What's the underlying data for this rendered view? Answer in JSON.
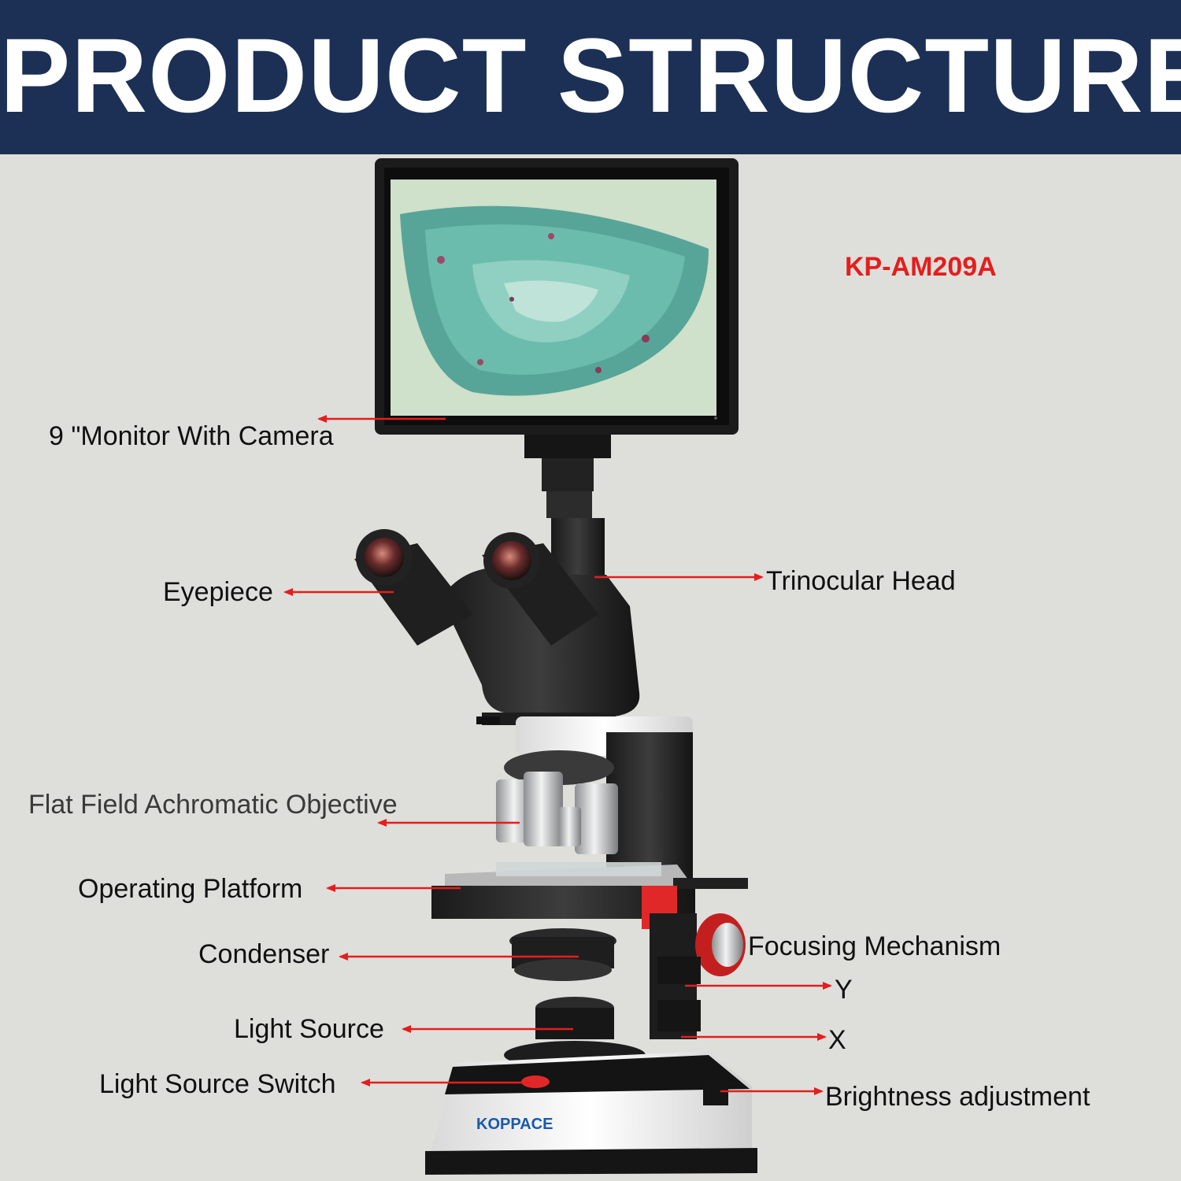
{
  "banner": {
    "title": "PRODUCT STRUCTURE"
  },
  "model_code": "KP-AM209A",
  "brand": "KOPPACE",
  "labels": {
    "monitor": "9 \"Monitor With Camera",
    "eyepiece": "Eyepiece",
    "trinocular": "Trinocular Head",
    "objective": "Flat Field Achromatic Objective",
    "platform": "Operating Platform",
    "condenser": "Condenser",
    "focusing": "Focusing Mechanism",
    "y_axis": "Y",
    "x_axis": "X",
    "light_source": "Light Source",
    "light_switch": "Light Source Switch",
    "brightness": "Brightness adjustment"
  },
  "colors": {
    "banner": "#1c3055",
    "accent_red": "#e41e1e",
    "background": "#dedfda"
  }
}
